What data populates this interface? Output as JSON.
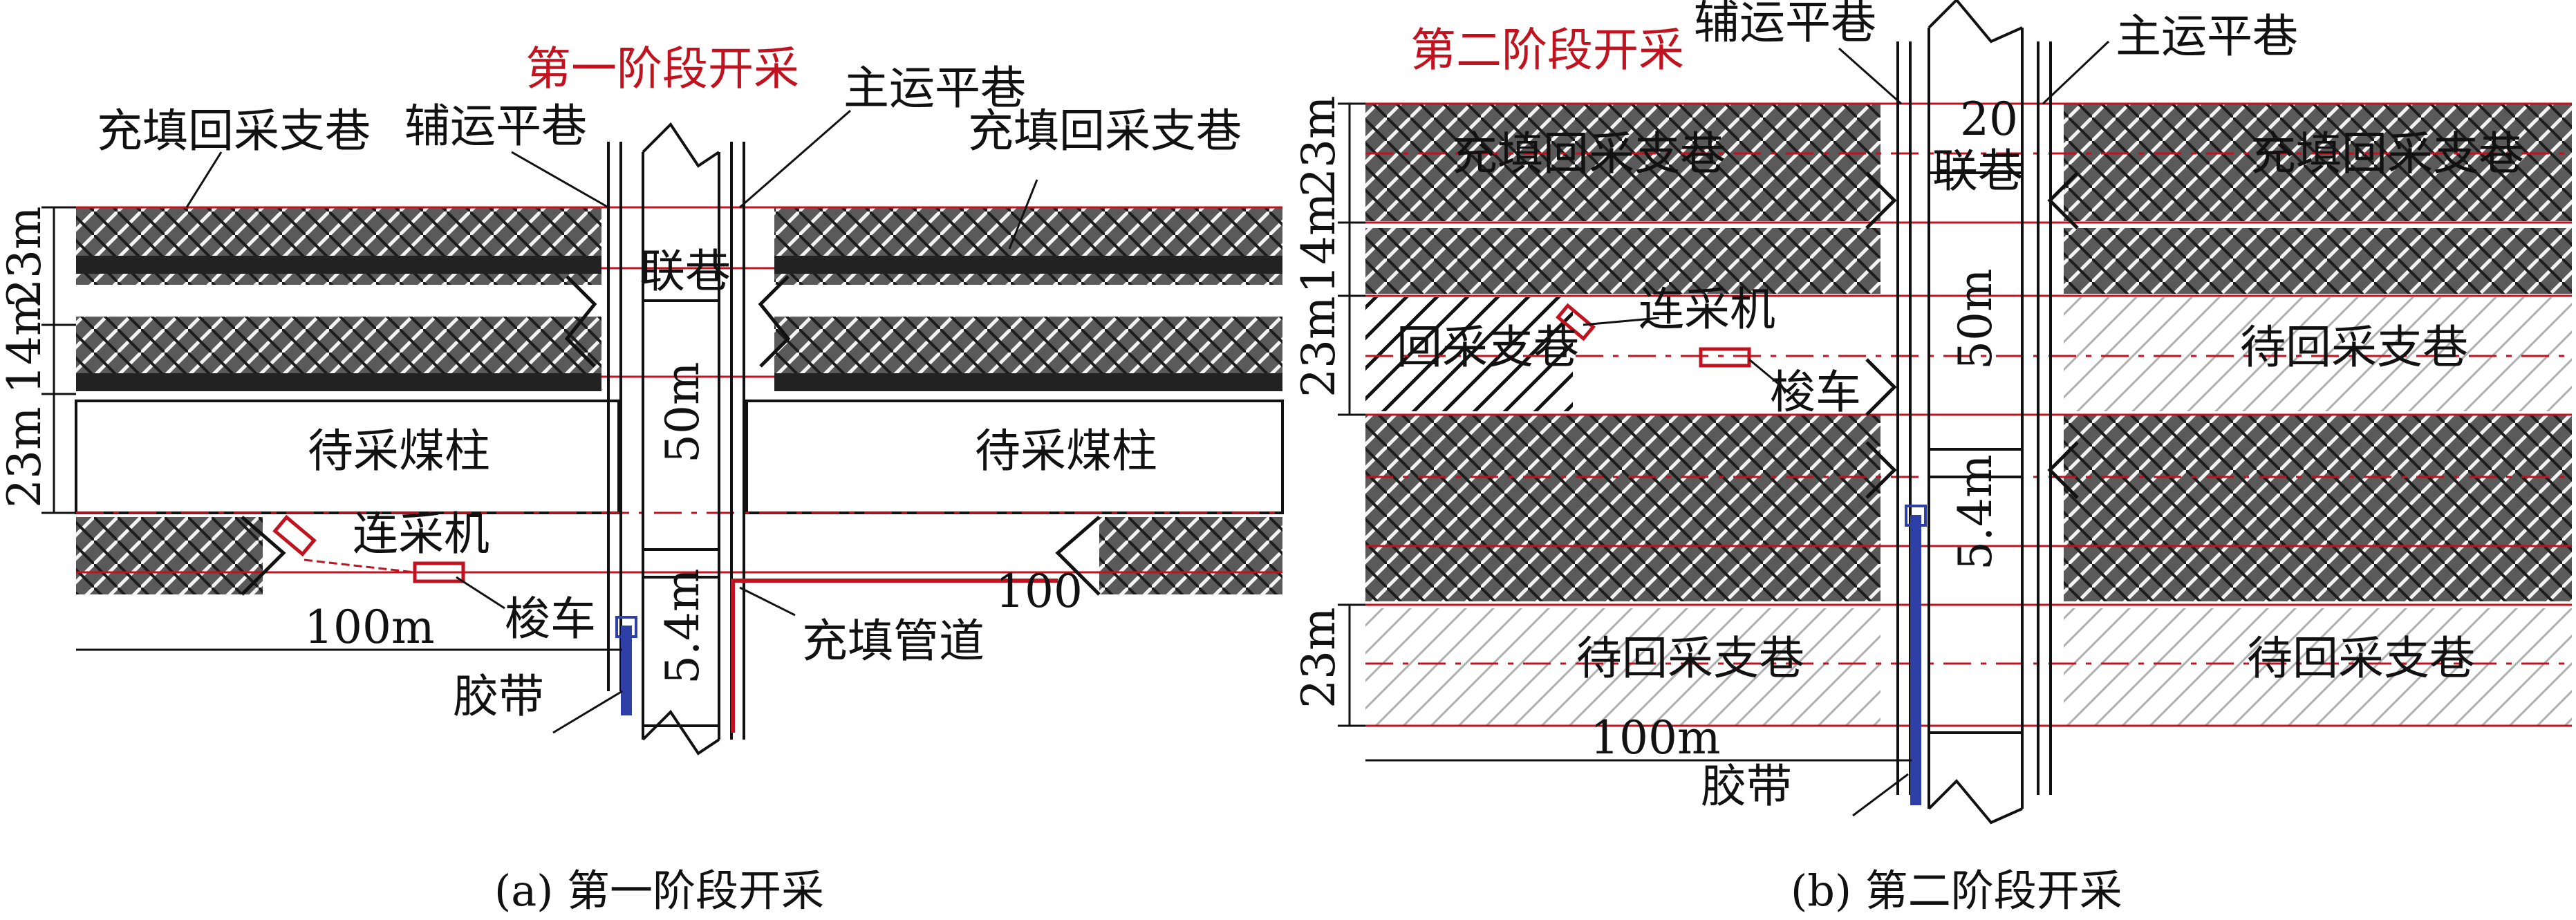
{
  "panel_a": {
    "stage_title": "第一阶段开采",
    "aux_roadway": "辅运平巷",
    "main_roadway": "主运平巷",
    "backfill_roadway_left": "充填回采支巷",
    "backfill_roadway_right": "充填回采支巷",
    "connection": "联巷",
    "pillar_left": "待采煤柱",
    "pillar_right": "待采煤柱",
    "miner": "连采机",
    "shuttle_car": "梭车",
    "length": "100m",
    "length_right": "100",
    "belt": "胶带",
    "fill_pipe": "充填管道",
    "dim_50m": "50m",
    "dim_5_4m": "5.4m",
    "dim_23m_top": "23m",
    "dim_14m": "14m",
    "dim_23m_bottom": "23m",
    "caption": "(a) 第一阶段开采"
  },
  "panel_b": {
    "stage_title": "第二阶段开采",
    "aux_roadway": "辅运平巷",
    "main_roadway": "主运平巷",
    "dim_20": "20",
    "connection": "联巷",
    "backfill_roadway_left": "充填回采支巷",
    "backfill_roadway_right": "充填回采支巷",
    "miner": "连采机",
    "mining_roadway": "回采支巷",
    "shuttle_car": "梭车",
    "pending_right_upper": "待回采支巷",
    "pending_left_lower": "待回采支巷",
    "pending_right_lower": "待回采支巷",
    "dim_50m": "50m",
    "dim_5_4m": "5.4m",
    "length": "100m",
    "belt": "胶带",
    "dim_23m_1": "23m",
    "dim_14m": "14m",
    "dim_23m_2": "23m",
    "dim_23m_3": "23m",
    "caption": "(b) 第二阶段开采"
  },
  "colors": {
    "line": "#111111",
    "red": "#c1121f",
    "blue": "#2f3fa8",
    "hatch_dark": "#3a3a3a",
    "hatch_light": "#9a9a9a"
  }
}
